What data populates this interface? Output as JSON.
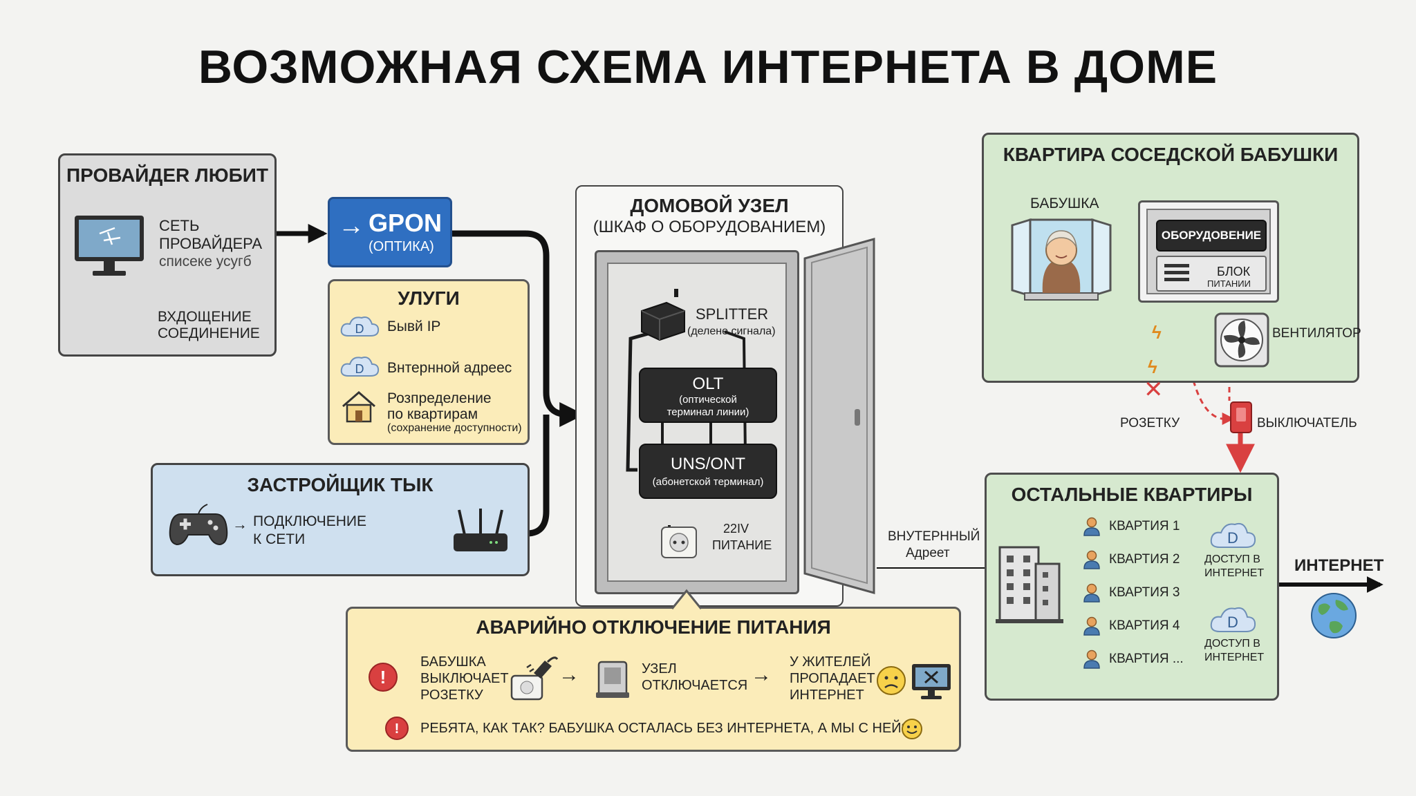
{
  "title": "ВОЗМОЖНАЯ СХЕМА ИНТЕРНЕТА В ДОМЕ",
  "provider": {
    "title": "ПРОВАЙДЕR ЛЮБИТ",
    "line1": "СЕТЬ",
    "line2": "ПРОВАЙДЕРА",
    "line3": "списеке усугб",
    "incoming1": "ВХДОЩЕНИЕ",
    "incoming2": "СОЕДИНЕНИЕ"
  },
  "gpon": {
    "label": "GPON",
    "sub": "(ОПТИКА)"
  },
  "services": {
    "title": "УЛУГИ",
    "item1": "Бывй IP",
    "item2": "Внтернной адреес",
    "item3_l1": "Розпределение",
    "item3_l2": "по квартирам",
    "item3_l3": "(сохранение доступности)",
    "cloud_letter": "D"
  },
  "developer": {
    "title": "ЗАСТРОЙЩИК ТЫК",
    "conn1": "ПОДКЛЮЧЕНИЕ",
    "conn2": "К СЕТИ"
  },
  "node": {
    "title": "ДОМОВОЙ УЗЕЛ",
    "subtitle": "(ШКАФ О ОБОРУДОВАНИЕМ)",
    "splitter": "SPLITTER",
    "splitter_sub": "(делене сигнала)",
    "olt": "OLT",
    "olt_sub1": "(оптической",
    "olt_sub2": "терминал линии)",
    "ont": "UNS/ONT",
    "ont_sub": "(абонетской терминал)",
    "power1": "22IV",
    "power2": "ПИТАНИЕ"
  },
  "granny": {
    "title": "КВАРТИРА СОСЕДСКОЙ БАБУШКИ",
    "person": "БАБУШКА",
    "equipment": "ОБОРУДОВЕНИЕ",
    "psu1": "БЛОК",
    "psu2": "ПИТАНИИ",
    "fan": "ВЕНТИЛЯТОР",
    "socket": "РОЗЕТКУ",
    "switch": "ВЫКЛЮЧАТЕЛЬ"
  },
  "internal": {
    "line1": "ВНУТЕРННЫЙ",
    "line2": "Адреет"
  },
  "others": {
    "title": "ОСТАЛЬНЫЕ КВАРТИРЫ",
    "apartments": [
      "КВАРТИЯ 1",
      "КВАРТИЯ 2",
      "КВАРТИЯ 3",
      "КВАРТИЯ 4",
      "КВАРТИЯ ..."
    ],
    "access1_l1": "ДОСТУП В",
    "access1_l2": "ИНТЕРНЕТ",
    "access2_l1": "ДОСТУП В",
    "access2_l2": "ИНТЕРНЕТ",
    "cloud_letter": "D"
  },
  "internet": "ИНТЕРНЕТ",
  "outage": {
    "title": "АВАРИЙНО ОТКЛЮЧЕНИЕ ПИТАНИЯ",
    "step1_l1": "БАБУШКА",
    "step1_l2": "ВЫКЛЮЧАЕТ",
    "step1_l3": "РОЗЕТКУ",
    "step2_l1": "УЗЕЛ",
    "step2_l2": "ОТКЛЮЧАЕТСЯ",
    "step3_l1": "У ЖИТЕЛЕЙ",
    "step3_l2": "ПРОПАДАЕТ",
    "step3_l3": "ИНТЕРНЕТ",
    "bottom": "РЕБЯТА, КАК ТАК? БАБУШКА ОСТАЛАСЬ БЕЗ ИНТЕРНЕТА, А МЫ С НЕЙ?",
    "alert_mark": "!"
  },
  "colors": {
    "gpon": "#2f6fc1",
    "provider_panel": "#dcdcdc",
    "services_panel": "#fbecb9",
    "developer_panel": "#cfe0ef",
    "apartment_panel": "#d6e9cf",
    "alert": "#d94040"
  }
}
